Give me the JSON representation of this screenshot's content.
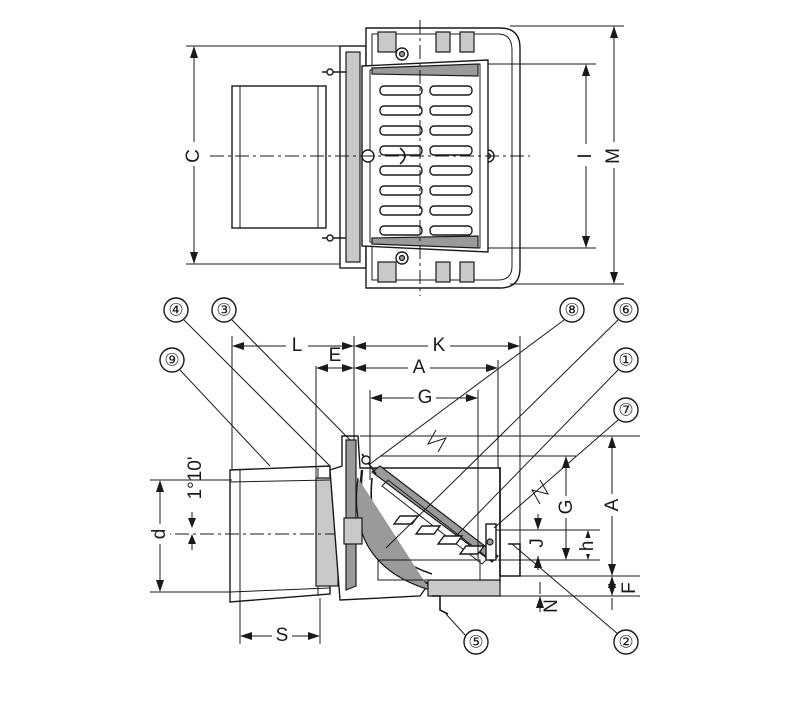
{
  "top_view": {
    "dims": {
      "C": "C",
      "I": "I",
      "M": "M"
    }
  },
  "side_view": {
    "dims": {
      "L": "L",
      "E": "E",
      "K": "K",
      "A": "A",
      "G": "G",
      "G_right": "G",
      "A_right": "A",
      "J": "J",
      "h": "h",
      "F": "F",
      "N": "N",
      "d": "d",
      "S": "S",
      "slope": "1°10'"
    },
    "callouts": [
      "①",
      "②",
      "③",
      "④",
      "⑤",
      "⑥",
      "⑦",
      "⑧",
      "⑨"
    ]
  }
}
